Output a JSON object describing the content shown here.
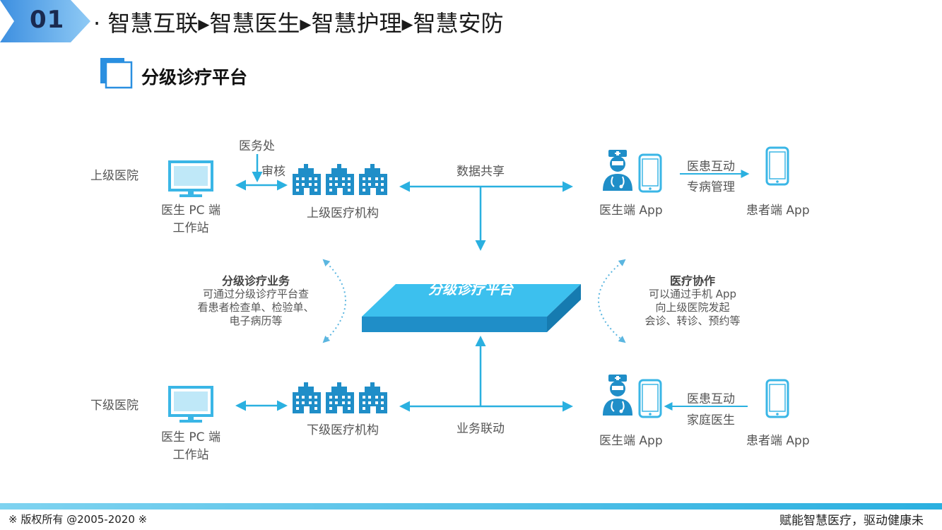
{
  "header": {
    "section_number": "01",
    "breadcrumb": "· 智慧互联▸智慧医生▸智慧护理▸智慧安防",
    "section_title": "分级诊疗平台"
  },
  "diagram": {
    "platform_label": "分级诊疗平台",
    "top": {
      "hospital_label": "上级医院",
      "pc_label_line1": "医生 PC 端",
      "pc_label_line2": "工作站",
      "medical_office": "医务处",
      "review": "审核",
      "institution": "上级医疗机构",
      "data_share": "数据共享",
      "doctor_app": "医生端 App",
      "interact": "医患互动",
      "disease_mgmt": "专病管理",
      "patient_app": "患者端 App"
    },
    "left_desc": {
      "title": "分级诊疗业务",
      "line1": "可通过分级诊疗平台查",
      "line2": "看患者检查单、检验单、",
      "line3": "电子病历等"
    },
    "right_desc": {
      "title": "医疗协作",
      "line1": "可以通过手机 App",
      "line2": "向上级医院发起",
      "line3": "会诊、转诊、预约等"
    },
    "bottom": {
      "hospital_label": "下级医院",
      "pc_label_line1": "医生 PC 端",
      "pc_label_line2": "工作站",
      "institution": "下级医疗机构",
      "business_link": "业务联动",
      "doctor_app": "医生端 App",
      "interact": "医患互动",
      "family_doctor": "家庭医生",
      "patient_app": "患者端 App"
    }
  },
  "footer": {
    "copyright": "※  版权所有 @2005-2020  ※",
    "slogan": "赋能智慧医疗，驱动健康未"
  },
  "colors": {
    "accent": "#2ab0e0",
    "badge": "#5aa8e8",
    "platform_top": "#3cc0ee",
    "platform_side": "#1f8ec8"
  }
}
